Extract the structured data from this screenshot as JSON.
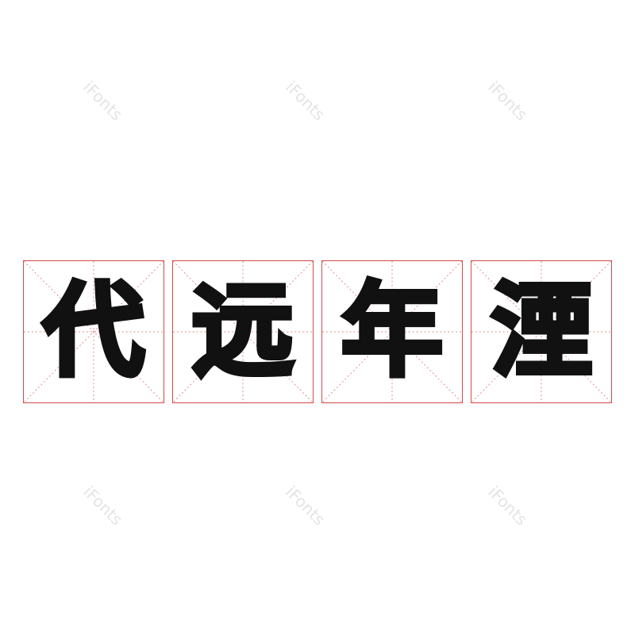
{
  "characters": [
    {
      "glyph": "代"
    },
    {
      "glyph": "远"
    },
    {
      "glyph": "年"
    },
    {
      "glyph": "湮"
    }
  ],
  "watermark_text": "iFonts",
  "colors": {
    "grid_border": "#d24a4a",
    "grid_guide": "#e08a8a",
    "glyph": "#111111",
    "watermark": "#e4e4e4",
    "background": "#ffffff"
  }
}
